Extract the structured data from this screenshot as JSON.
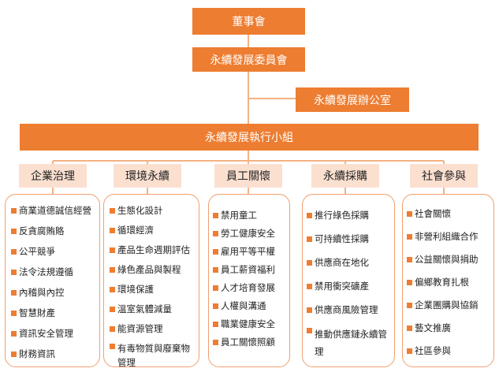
{
  "board": "董事會",
  "committee": "永續發展委員會",
  "office": "永續發展辦公室",
  "executive_group": "永續發展執行小組",
  "colors": {
    "accent": "#ed7d31",
    "light": "#fbe0d0",
    "panel_border": "#f0a070"
  },
  "categories": [
    {
      "title": "企業治理",
      "items": [
        "商業道德誠信經營",
        "反貪腐賄賂",
        "公平競爭",
        "法令法規遵循",
        "內稽與內控",
        "智慧財產",
        "資訊安全管理",
        "財務資訊"
      ]
    },
    {
      "title": "環境永續",
      "items": [
        "生態化設計",
        "循環經濟",
        "產品生命週期評估",
        "綠色產品與製程",
        "環境保護",
        "溫室氣體減量",
        "能資源管理",
        "有毒物質與廢棄物管理"
      ]
    },
    {
      "title": "員工關懷",
      "items": [
        "禁用童工",
        "勞工健康安全",
        "雇用平等平權",
        "員工薪資福利",
        "人才培育發展",
        "人權與溝通",
        "職業健康安全",
        "員工關懷照顧"
      ]
    },
    {
      "title": "永續採購",
      "items": [
        "推行綠色採購",
        "可持續性採購",
        "供應商在地化",
        "禁用衝突礦產",
        "供應商風險管理",
        "推動供應鏈永續管理"
      ]
    },
    {
      "title": "社會參與",
      "items": [
        "社會關懷",
        "非營利組織合作",
        "公益關懷與捐助",
        "偏鄉教育扎根",
        "企業團購與協銷",
        "藝文推廣",
        "社區參與"
      ]
    }
  ]
}
